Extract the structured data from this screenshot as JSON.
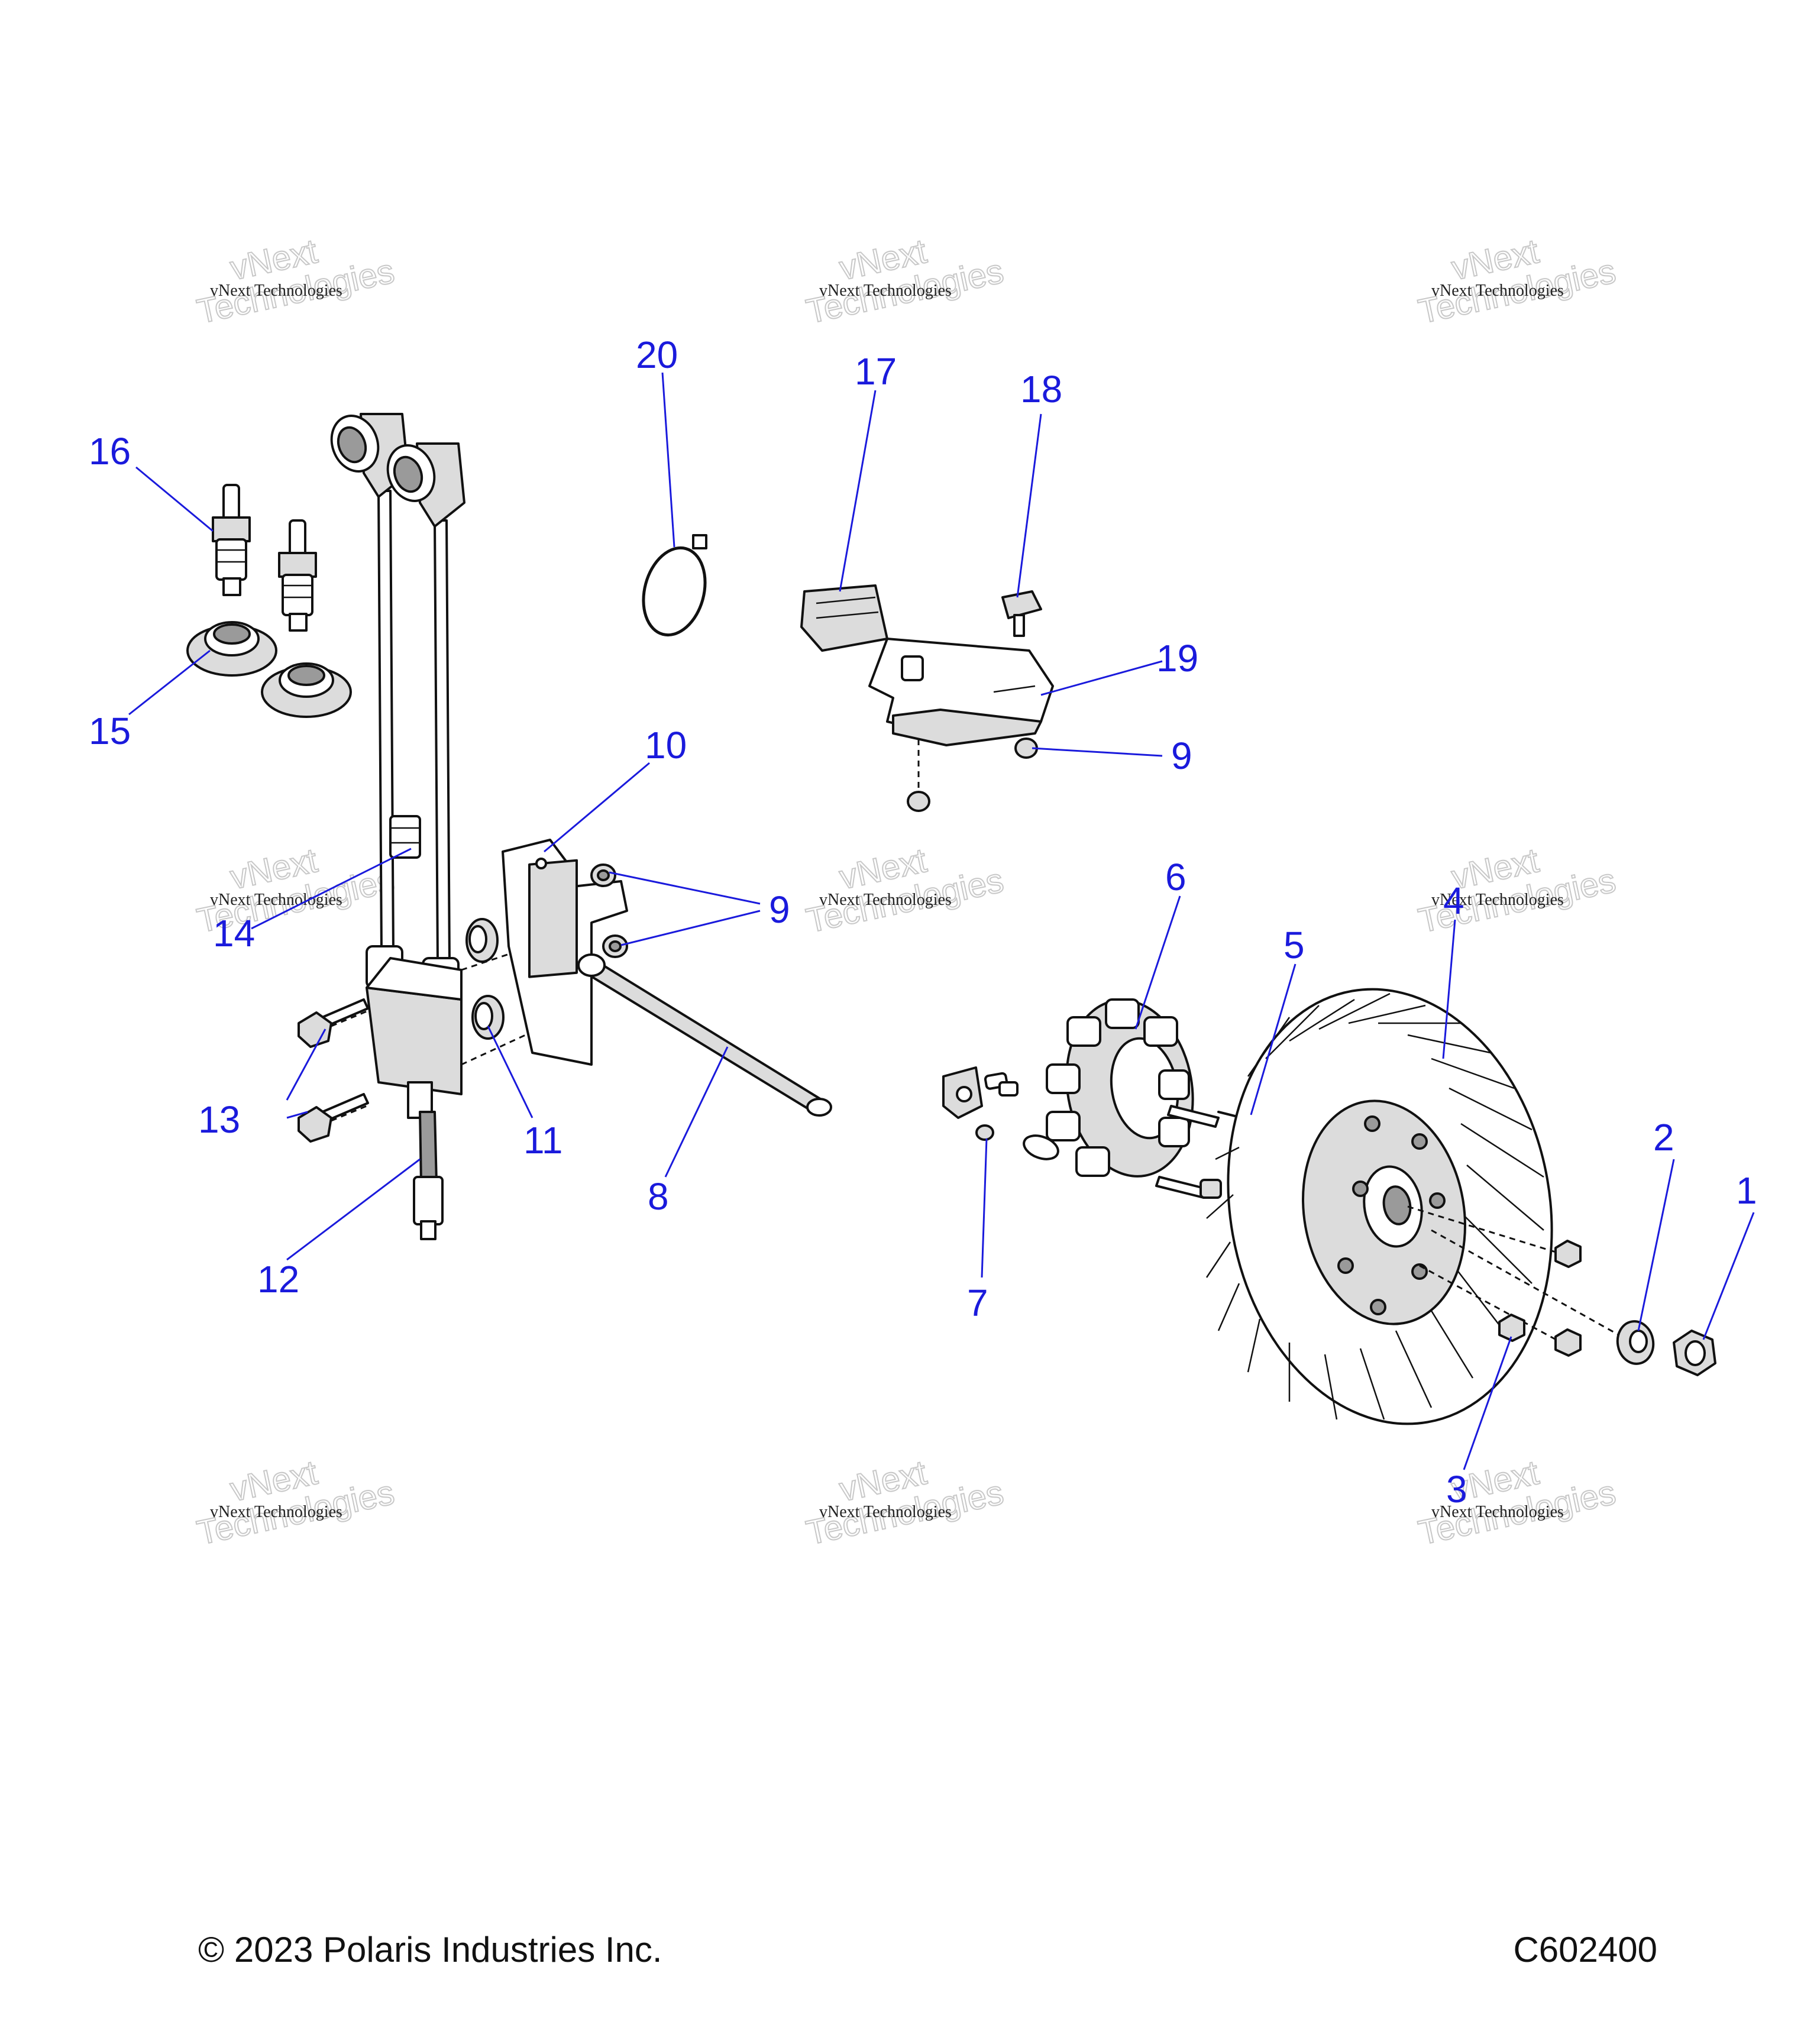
{
  "callouts": {
    "c1": "1",
    "c2": "2",
    "c3": "3",
    "c4": "4",
    "c5": "5",
    "c6": "6",
    "c7": "7",
    "c8": "8",
    "c9a": "9",
    "c9b": "9",
    "c10": "10",
    "c11": "11",
    "c12": "12",
    "c13": "13",
    "c14": "14",
    "c15": "15",
    "c16": "16",
    "c17": "17",
    "c18": "18",
    "c19": "19",
    "c20": "20"
  },
  "watermark": {
    "line1": "vNext Technologies",
    "big1": "vNext",
    "big2": "Technologies"
  },
  "footer": {
    "copyright": "© 2023 Polaris Industries Inc.",
    "figure_code": "C602400"
  },
  "colors": {
    "callout": "#1a1adc",
    "line": "#111111",
    "watermark": "#c8c8c8"
  }
}
